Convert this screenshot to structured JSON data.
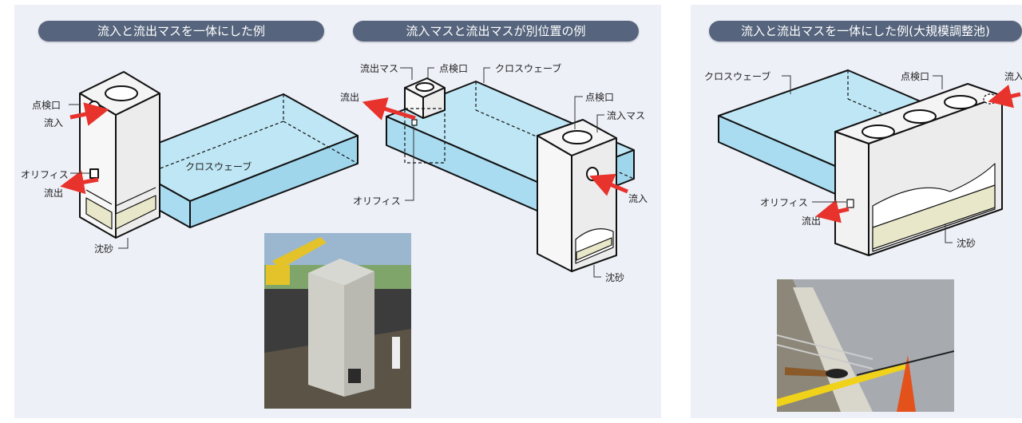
{
  "headers": {
    "combined": "流入と流出マスを一体にした例",
    "separate": "流入マスと流出マスが別位置の例",
    "large": "流入と流出マスを一体にした例(大規模調整池)"
  },
  "diagram_a": {
    "inspection_port": "点検口",
    "inflow": "流入",
    "orifice": "オリフィス",
    "outflow": "流出",
    "sediment": "沈砂",
    "crossweave": "クロスウェーブ"
  },
  "diagram_b": {
    "outflow_mass": "流出マス",
    "inspection_port_top": "点検口",
    "crossweave": "クロスウェーブ",
    "outflow": "流出",
    "inspection_port": "点検口",
    "inflow_mass": "流入マス",
    "orifice": "オリフィス",
    "inflow": "流入",
    "sediment": "沈砂"
  },
  "diagram_c": {
    "crossweave": "クロスウェーブ",
    "inspection_port": "点検口",
    "inflow": "流入",
    "orifice": "オリフィス",
    "outflow": "流出",
    "sediment": "沈砂"
  },
  "photos": {
    "photo_a": "concrete-box-construction-photo",
    "photo_b": "large-pond-construction-photo"
  },
  "colors": {
    "pill": "#56657d",
    "panel": "#eef0f8",
    "water": "#bfe6f5",
    "arrow": "#e8322c",
    "sand": "#e9e7c9"
  }
}
